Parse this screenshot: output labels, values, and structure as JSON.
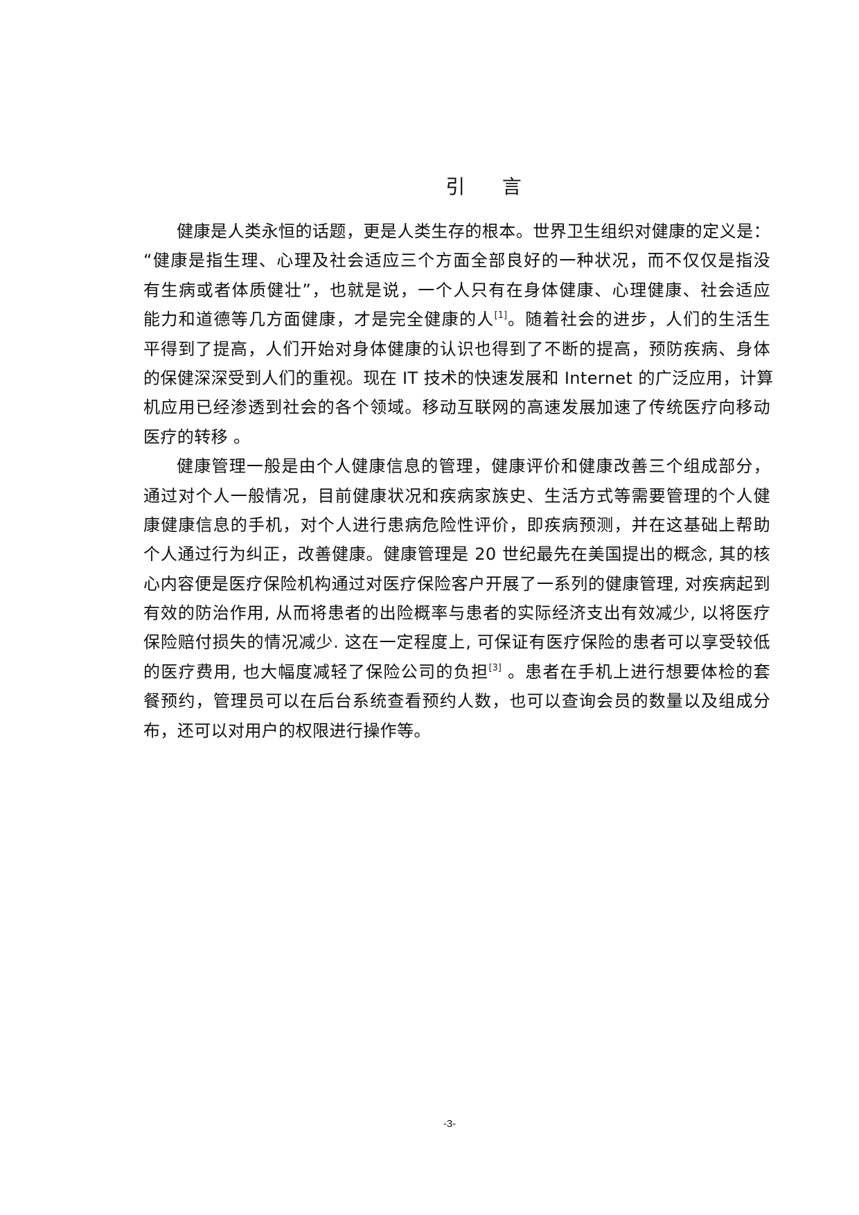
{
  "document": {
    "title": "引      言",
    "paragraphs": [
      {
        "lines": [
          "健康是人类永恒的话题，更是人类生存的根本。世界卫生组织对健康的定义是：",
          "“健康是指生理、心理及社会适应三个方面全部良好的一种状况，而不仅仅是指没",
          "有生病或者体质健壮”，也就是说，一个人只有在身体健康、心理健康、社会适应",
          {
            "before": "能力和道德等几方面健康，才是完全健康的人",
            "sup": "[1]",
            "after": "。随着社会的进步，人们的生活生"
          },
          "平得到了提高，人们开始对身体健康的认识也得到了不断的提高，预防疾病、身体",
          "的保健深深受到人们的重视。现在 IT 技术的快速发展和 Internet 的广泛应用，计算",
          "机应用已经渗透到社会的各个领域。移动互联网的高速发展加速了传统医疗向移动",
          "医疗的转移 。"
        ]
      },
      {
        "lines": [
          "健康管理一般是由个人健康信息的管理，健康评价和健康改善三个组成部分，",
          "通过对个人一般情况，目前健康状况和疾病家族史、生活方式等需要管理的个人健",
          "康健康信息的手机，对个人进行患病危险性评价，即疾病预测，并在这基础上帮助",
          "个人通过行为纠正，改善健康。健康管理是 20 世纪最先在美国提出的概念, 其的核",
          "心内容便是医疗保险机构通过对医疗保险客户开展了一系列的健康管理, 对疾病起到",
          "有效的防治作用, 从而将患者的出险概率与患者的实际经济支出有效减少, 以将医疗",
          "保险赔付损失的情况减少. 这在一定程度上, 可保证有医疗保险的患者可以享受较低",
          {
            "before": "的医疗费用, 也大幅度减轻了保险公司的负担",
            "sup": "[3]",
            "after": " 。患者在手机上进行想要体检的套"
          },
          "餐预约，管理员可以在后台系统查看预约人数，也可以查询会员的数量以及组成分",
          "布，还可以对用户的权限进行操作等。"
        ]
      }
    ],
    "page_number": "-3-"
  }
}
